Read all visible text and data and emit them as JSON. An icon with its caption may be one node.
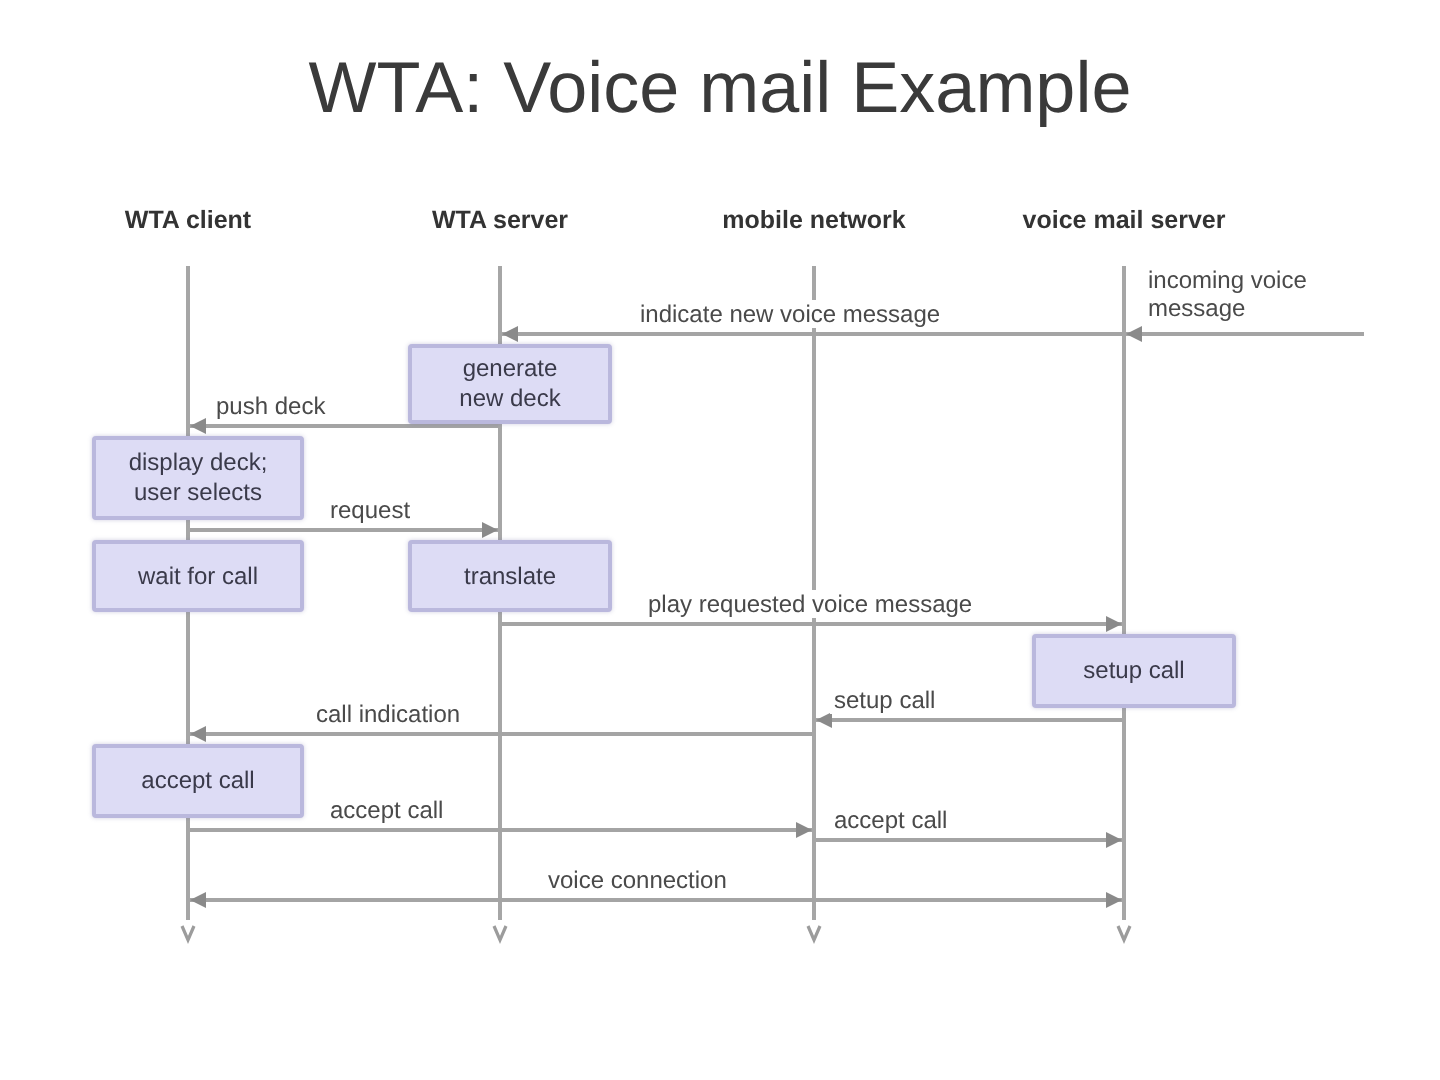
{
  "diagram": {
    "title": "WTA: Voice mail Example",
    "nodes": [
      {
        "text": [],
        "shape": "line",
        "beside": [
          "WTA client"
        ]
      },
      {
        "text": [],
        "shape": "line",
        "beside": [
          "WTA server"
        ]
      },
      {
        "text": [],
        "shape": "line",
        "beside": [
          "mobile network"
        ]
      },
      {
        "text": [],
        "shape": "line",
        "beside": [
          "voice mail server"
        ]
      },
      {
        "text": [
          "generate new deck"
        ]
      },
      {
        "text": [
          "display deck; user selects"
        ]
      },
      {
        "text": [
          "wait for call"
        ]
      },
      {
        "text": [
          "translate"
        ]
      },
      {
        "text": [
          "setup call"
        ]
      },
      {
        "text": [
          "accept call"
        ]
      }
    ],
    "edges": [
      {
        "from": null,
        "to": 3,
        "arrow": "to",
        "label": "incoming voice message"
      },
      {
        "from": 3,
        "to": 1,
        "arrow": "to",
        "label": "indicate new voice message"
      },
      {
        "from": 1,
        "to": 0,
        "arrow": "to",
        "label": "push deck"
      },
      {
        "from": 0,
        "to": 1,
        "arrow": "to",
        "label": "request"
      },
      {
        "from": 1,
        "to": 3,
        "arrow": "to",
        "label": "play requested voice message"
      },
      {
        "from": 3,
        "to": 2,
        "arrow": "to",
        "label": "setup call"
      },
      {
        "from": 2,
        "to": 0,
        "arrow": "to",
        "label": "call indication"
      },
      {
        "from": 0,
        "to": 2,
        "arrow": "to",
        "label": "accept call"
      },
      {
        "from": 2,
        "to": 3,
        "arrow": "to",
        "label": "accept call"
      },
      {
        "from": 0,
        "to": 3,
        "arrow": "both",
        "label": "voice connection"
      }
    ]
  }
}
